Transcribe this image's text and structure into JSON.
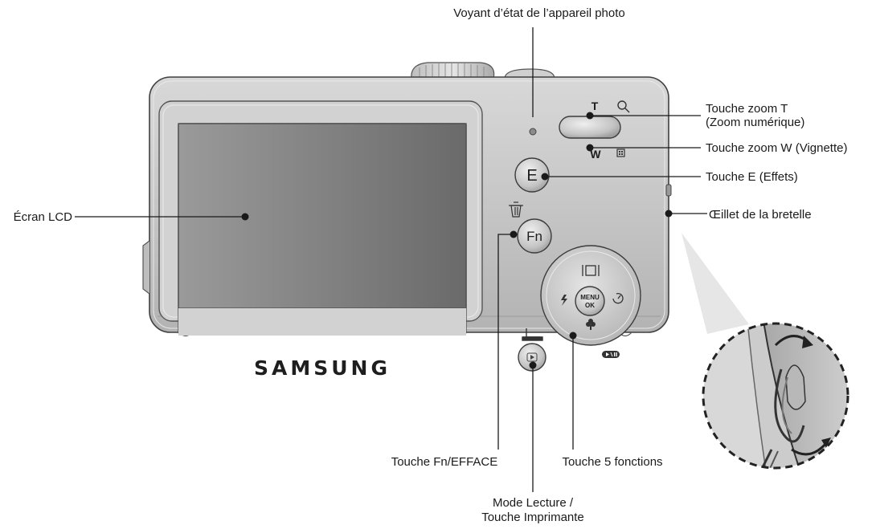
{
  "brand": "SAMSUNG",
  "buttons": {
    "e": "E",
    "fn": "Fn",
    "menu": "MENU",
    "ok": "OK",
    "tele": "T",
    "wide": "W"
  },
  "labels": {
    "status_lamp": "Voyant d’état de l’appareil photo",
    "zoom_t_line1": "Touche zoom T",
    "zoom_t_line2": "(Zoom numérique)",
    "zoom_w": "Touche zoom W (Vignette)",
    "e_button": "Touche E (Effets)",
    "strap_eyelet": "Œillet de la bretelle",
    "lcd": "Écran LCD",
    "fn_delete": "Touche Fn/EFFACE",
    "five_function": "Touche 5 fonctions",
    "play_line1": "Mode Lecture /",
    "play_line2": "Touche Imprimante"
  },
  "colors": {
    "body": "#c9c9c9",
    "lcd": "#7e7e7e",
    "leader": "#1a1a1a"
  }
}
